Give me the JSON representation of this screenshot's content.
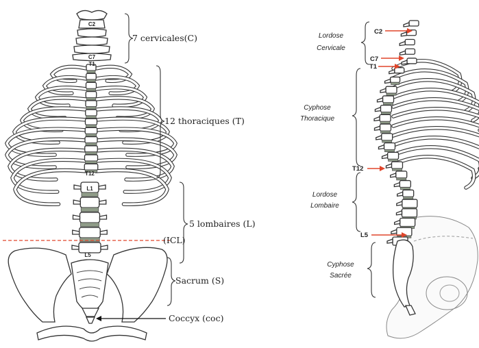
{
  "left_figure": {
    "labels": {
      "c2": "C2",
      "c7": "C7",
      "t1": "T1",
      "t12": "T12",
      "l1": "L1",
      "l5": "L5"
    },
    "regions": {
      "cervical": "7 cervicales(C)",
      "thoracic": "12 thoraciques (T)",
      "lumbar": "5 lombaires (L)",
      "icl": "(ICL)",
      "sacrum": "Sacrum (S)",
      "coccyx": "Coccyx (coc)"
    }
  },
  "right_figure": {
    "curves": {
      "cervical_line1": "Lordose",
      "cervical_line2": "Cervicale",
      "thoracic_line1": "Cyphose",
      "thoracic_line2": "Thoracique",
      "lumbar_line1": "Lordose",
      "lumbar_line2": "Lombaire",
      "sacral_line1": "Cyphose",
      "sacral_line2": "Sacrée"
    },
    "markers": {
      "c2": "C2",
      "c7": "C7",
      "t1": "T1",
      "t12": "T12",
      "l5": "L5"
    }
  },
  "colors": {
    "arrow_red": "#e0452a",
    "icl_line": "#e0452a",
    "disc_green": "#8f9c88"
  }
}
